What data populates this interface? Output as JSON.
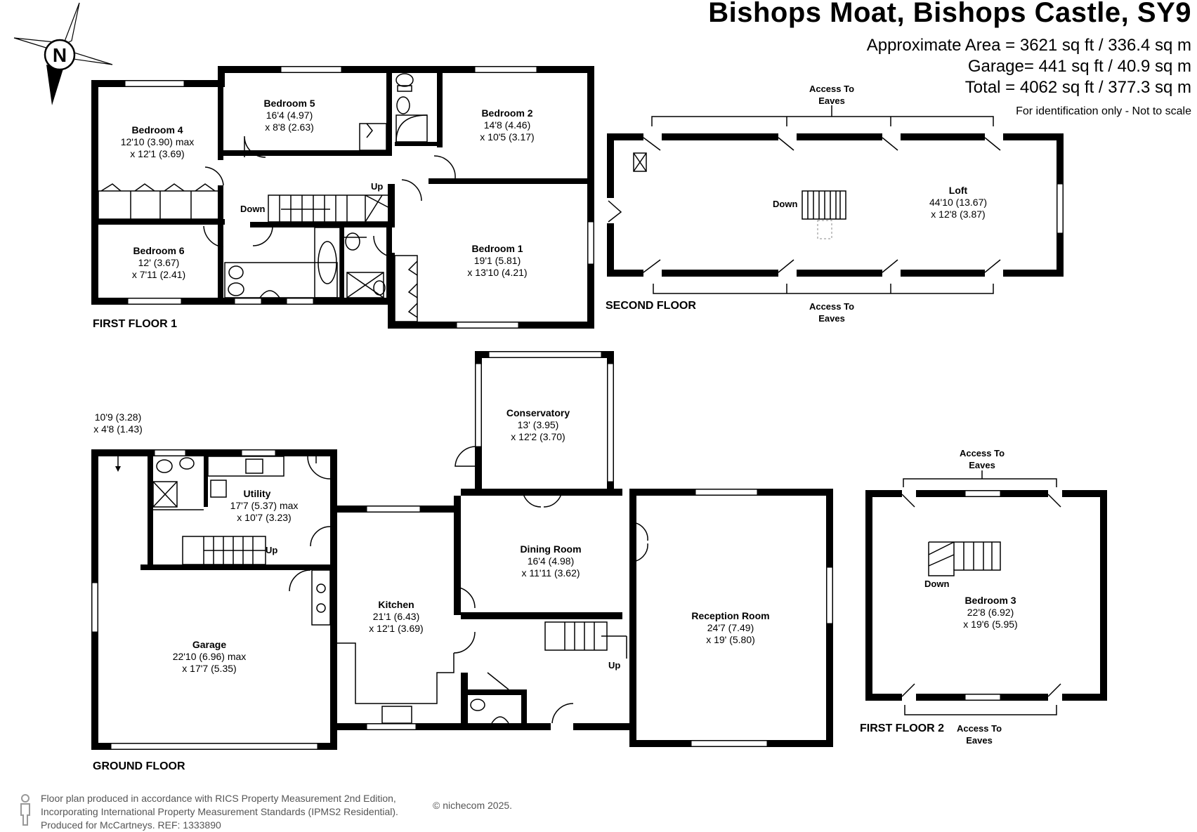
{
  "header": {
    "title": "Bishops Moat, Bishops Castle, SY9",
    "area_approx": "Approximate Area = 3621 sq ft / 336.4 sq m",
    "area_garage": "Garage= 441 sq ft / 40.9 sq m",
    "area_total": "Total = 4062 sq ft / 377.3 sq m",
    "identification": "For identification only - Not to scale"
  },
  "compass": {
    "label": "N",
    "icon": "compass-icon"
  },
  "floors": {
    "first1": "FIRST FLOOR 1",
    "second": "SECOND FLOOR",
    "ground": "GROUND FLOOR",
    "first2": "FIRST FLOOR 2"
  },
  "rooms": {
    "bedroom4": {
      "name": "Bedroom 4",
      "dim1": "12'10 (3.90) max",
      "dim2": "x 12'1 (3.69)"
    },
    "bedroom5": {
      "name": "Bedroom 5",
      "dim1": "16'4 (4.97)",
      "dim2": "x 8'8 (2.63)"
    },
    "bedroom2": {
      "name": "Bedroom 2",
      "dim1": "14'8 (4.46)",
      "dim2": "x 10'5 (3.17)"
    },
    "bedroom6": {
      "name": "Bedroom 6",
      "dim1": "12' (3.67)",
      "dim2": "x 7'11 (2.41)"
    },
    "bedroom1": {
      "name": "Bedroom 1",
      "dim1": "19'1 (5.81)",
      "dim2": "x 13'10 (4.21)"
    },
    "loft": {
      "name": "Loft",
      "dim1": "44'10 (13.67)",
      "dim2": "x 12'8 (3.87)"
    },
    "conservatory": {
      "name": "Conservatory",
      "dim1": "13' (3.95)",
      "dim2": "x 12'2 (3.70)"
    },
    "utility": {
      "name": "Utility",
      "dim1": "17'7 (5.37) max",
      "dim2": "x 10'7 (3.23)"
    },
    "dining": {
      "name": "Dining Room",
      "dim1": "16'4 (4.98)",
      "dim2": "x 11'11 (3.62)"
    },
    "kitchen": {
      "name": "Kitchen",
      "dim1": "21'1 (6.43)",
      "dim2": "x 12'1 (3.69)"
    },
    "reception": {
      "name": "Reception Room",
      "dim1": "24'7 (7.49)",
      "dim2": "x 19' (5.80)"
    },
    "garage": {
      "name": "Garage",
      "dim1": "22'10 (6.96) max",
      "dim2": "x 17'7 (5.35)"
    },
    "bedroom3": {
      "name": "Bedroom 3",
      "dim1": "22'8 (6.92)",
      "dim2": "x 19'6 (5.95)"
    },
    "porch": {
      "dim1": "10'9 (3.28)",
      "dim2": "x 4'8 (1.43)"
    }
  },
  "labels": {
    "down": "Down",
    "up": "Up",
    "access_to": "Access To",
    "eaves": "Eaves"
  },
  "footer": {
    "line1": "Floor plan produced in accordance with RICS Property Measurement 2nd Edition,",
    "line2": "Incorporating International Property Measurement Standards (IPMS2 Residential).",
    "line3": "Produced for McCartneys.   REF: 1333890",
    "brand": "© nichecom 2025."
  }
}
